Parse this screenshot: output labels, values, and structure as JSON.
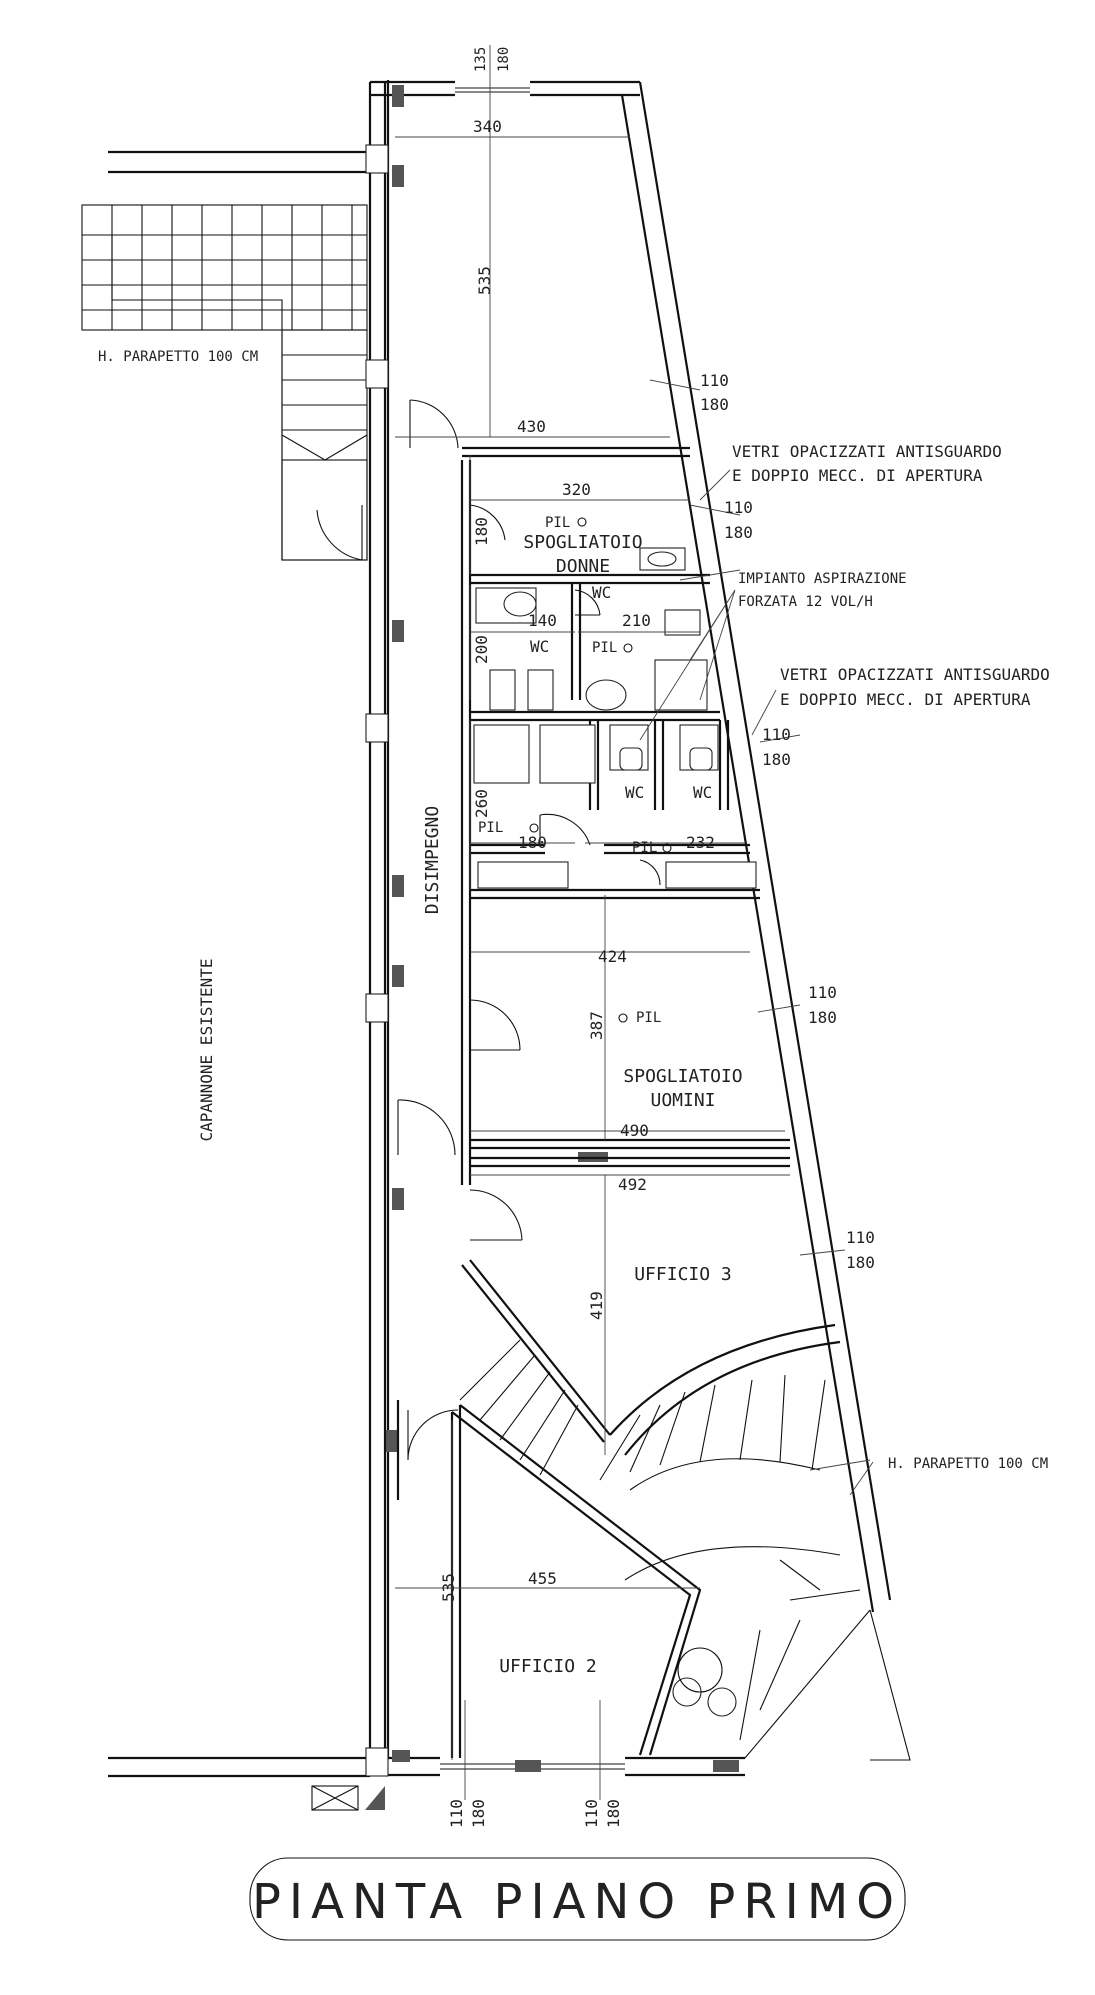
{
  "title": "PIANTA PIANO PRIMO",
  "rooms": {
    "spogliatoio_donne_line1": "SPOGLIATOIO",
    "spogliatoio_donne_line2": "DONNE",
    "spogliatoio_uomini_line1": "SPOGLIATOIO",
    "spogliatoio_uomini_line2": "UOMINI",
    "disimpegno": "DISIMPEGNO",
    "ufficio3": "UFFICIO 3",
    "ufficio2": "UFFICIO 2",
    "capannone": "CAPANNONE ESISTENTE"
  },
  "labels": {
    "wc_1": "WC",
    "wc_2": "WC",
    "wc_3": "WC",
    "wc_4": "WC",
    "pil_1": "PIL",
    "pil_2": "PIL",
    "pil_3": "PIL",
    "pil_4": "PIL",
    "pil_5": "PIL"
  },
  "notes": {
    "parapetto_top": "H. PARAPETTO 100 CM",
    "parapetto_bottom": "H. PARAPETTO 100 CM",
    "vetri_1_line1": "VETRI OPACIZZATI ANTISGUARDO",
    "vetri_1_line2": "E DOPPIO MECC. DI APERTURA",
    "vetri_2_line1": "VETRI OPACIZZATI ANTISGUARDO",
    "vetri_2_line2": "E DOPPIO MECC. DI APERTURA",
    "aspirazione_line1": "IMPIANTO ASPIRAZIONE",
    "aspirazione_line2": "FORZATA 12 VOL/H"
  },
  "dimensions": {
    "top_w1": "135",
    "top_w2": "180",
    "d340": "340",
    "d535_top": "535",
    "d430": "430",
    "d320": "320",
    "d180_v": "180",
    "d140": "140",
    "d210": "210",
    "d200": "200",
    "d260": "260",
    "d180_h": "180",
    "d232": "232",
    "d424": "424",
    "d387": "387",
    "d490": "490",
    "d492": "492",
    "d419": "419",
    "d455": "455",
    "d535_bottom": "535",
    "win1_a": "110",
    "win1_b": "180",
    "win2_a": "110",
    "win2_b": "180",
    "win3_a": "110",
    "win3_b": "180",
    "win4_a": "110",
    "win4_b": "180",
    "win5_a": "110",
    "win5_b": "180",
    "bot1_a": "110",
    "bot1_b": "180",
    "bot2_a": "110",
    "bot2_b": "180"
  }
}
